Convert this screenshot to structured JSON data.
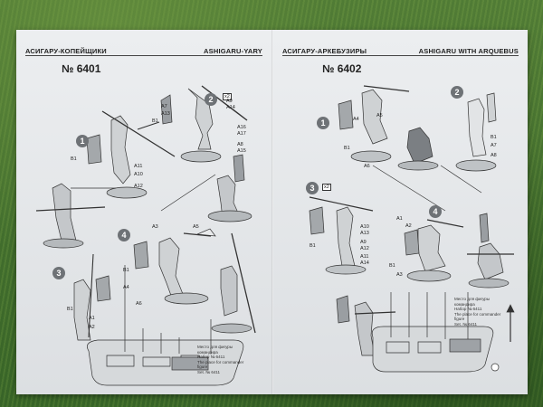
{
  "left": {
    "title_ru": "АСИГАРУ-КОПЕЙЩИКИ",
    "title_en": "ASHIGARU-YARY",
    "set_number": "№ 6401",
    "steps": [
      "1",
      "2",
      "3",
      "4"
    ],
    "x2_badge": "x2",
    "labels": {
      "a7": "A7",
      "a13": "A13",
      "b1_top": "B1",
      "a9": "A9",
      "a14": "A14",
      "a16": "A16",
      "a17": "A17",
      "a8": "A8",
      "a15": "A15",
      "b1_step1": "B1",
      "a11": "A11",
      "a10": "A10",
      "a12": "A12",
      "a3": "A3",
      "a5": "A5",
      "b1_step4": "B1",
      "a4": "A4",
      "a6": "A6",
      "b1_step3": "B1",
      "a1": "A1",
      "a2": "A2"
    },
    "commander_note": [
      "Место для фигуры командира",
      "Набор № 6411",
      "The place for commander figure",
      "Set. № 6411"
    ]
  },
  "right": {
    "title_ru": "АСИГАРУ-АРКЕБУЗИРЫ",
    "title_en": "ASHIGARU WITH ARQUEBUS",
    "set_number": "№ 6402",
    "steps": [
      "1",
      "2",
      "3",
      "4"
    ],
    "x2_badge": "x2",
    "labels": {
      "a4": "A4",
      "a5": "A5",
      "b1_step1": "B1",
      "a6": "A6",
      "b1_step2": "B1",
      "a7": "A7",
      "a8": "A8",
      "a10": "A10",
      "a13": "A13",
      "b1_step3": "B1",
      "a9": "A9",
      "a12": "A12",
      "a11": "A11",
      "a14": "A14",
      "a1": "A1",
      "a2": "A2",
      "b1_step4": "B1",
      "a3": "A3"
    },
    "commander_note": [
      "Место для фигуры командира",
      "Набор № 6411",
      "The place for commander figure",
      "Set. № 6411"
    ]
  }
}
